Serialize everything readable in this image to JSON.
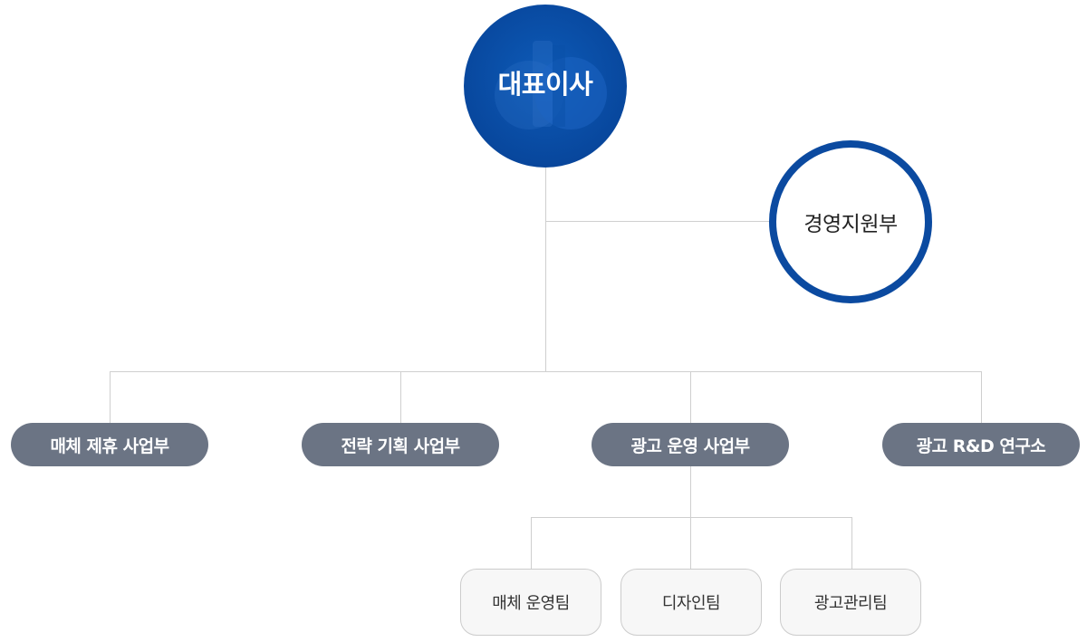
{
  "ceo": {
    "label": "대표이사"
  },
  "support": {
    "label": "경영지원부"
  },
  "divisions": [
    {
      "label": "매체 제휴 사업부"
    },
    {
      "label": "전략 기획 사업부"
    },
    {
      "label": "광고 운영 사업부"
    },
    {
      "label": "광고 R&D 연구소"
    }
  ],
  "teams": [
    {
      "label": "매체 운영팀"
    },
    {
      "label": "디자인팀"
    },
    {
      "label": "광고관리팀"
    }
  ],
  "colors": {
    "ceo_fill": "#08479d",
    "support_border": "#0b4aa0",
    "division_fill": "#6b7484",
    "team_fill": "#f7f7f7",
    "connector": "#cfcfcf"
  }
}
